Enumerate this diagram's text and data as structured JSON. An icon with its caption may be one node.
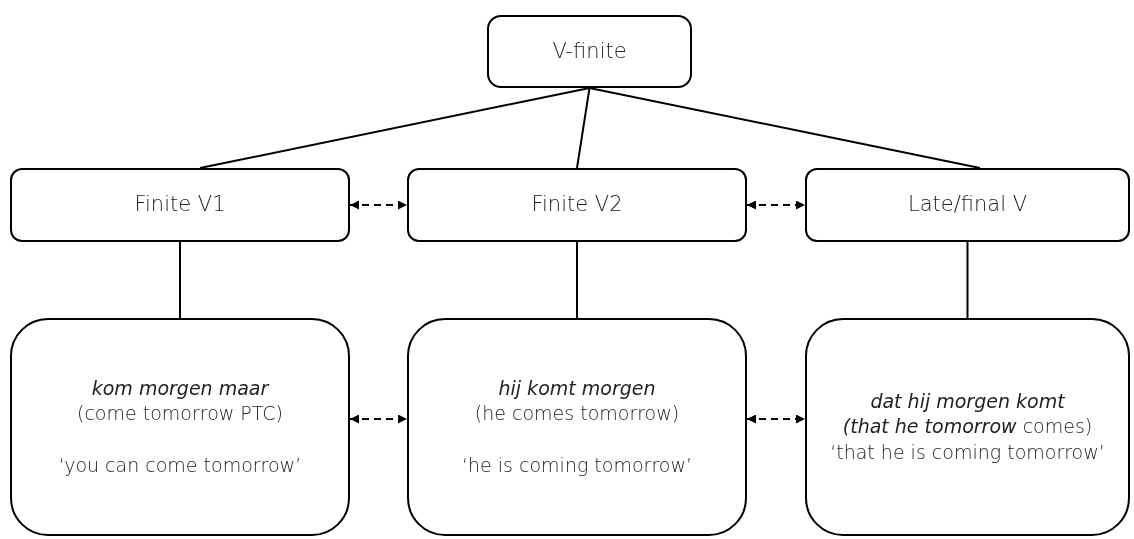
{
  "diagram": {
    "nodes": [
      {
        "text": [
          "V-finite"
        ]
      },
      {
        "text": [
          "Finite V1"
        ]
      },
      {
        "text": [
          "Finite V2"
        ]
      },
      {
        "text": [
          "Late/final V"
        ]
      },
      {
        "text": [
          "kom morgen maar",
          "(come tomorrow PTC)",
          "‘you can come tomorrow’"
        ]
      },
      {
        "text": [
          "hij komt morgen",
          "(he comes tomorrow)",
          "‘he is coming tomorrow’"
        ]
      },
      {
        "text": [
          "dat hij morgen komt",
          "*(that he tomorrow* comes)",
          "‘that he is coming tomorrow’"
        ]
      }
    ],
    "edges": [
      {
        "from": 0,
        "to": 1,
        "arrow": "none"
      },
      {
        "from": 0,
        "to": 2,
        "arrow": "none"
      },
      {
        "from": 0,
        "to": 3,
        "arrow": "none"
      },
      {
        "from": 1,
        "to": 2,
        "arrow": "both",
        "style": "dashed"
      },
      {
        "from": 2,
        "to": 3,
        "arrow": "both",
        "style": "dashed"
      },
      {
        "from": 1,
        "to": 4,
        "arrow": "none"
      },
      {
        "from": 2,
        "to": 5,
        "arrow": "none"
      },
      {
        "from": 3,
        "to": 6,
        "arrow": "none"
      },
      {
        "from": 4,
        "to": 5,
        "arrow": "both",
        "style": "dashed"
      },
      {
        "from": 5,
        "to": 6,
        "arrow": "both",
        "style": "dashed"
      }
    ]
  }
}
